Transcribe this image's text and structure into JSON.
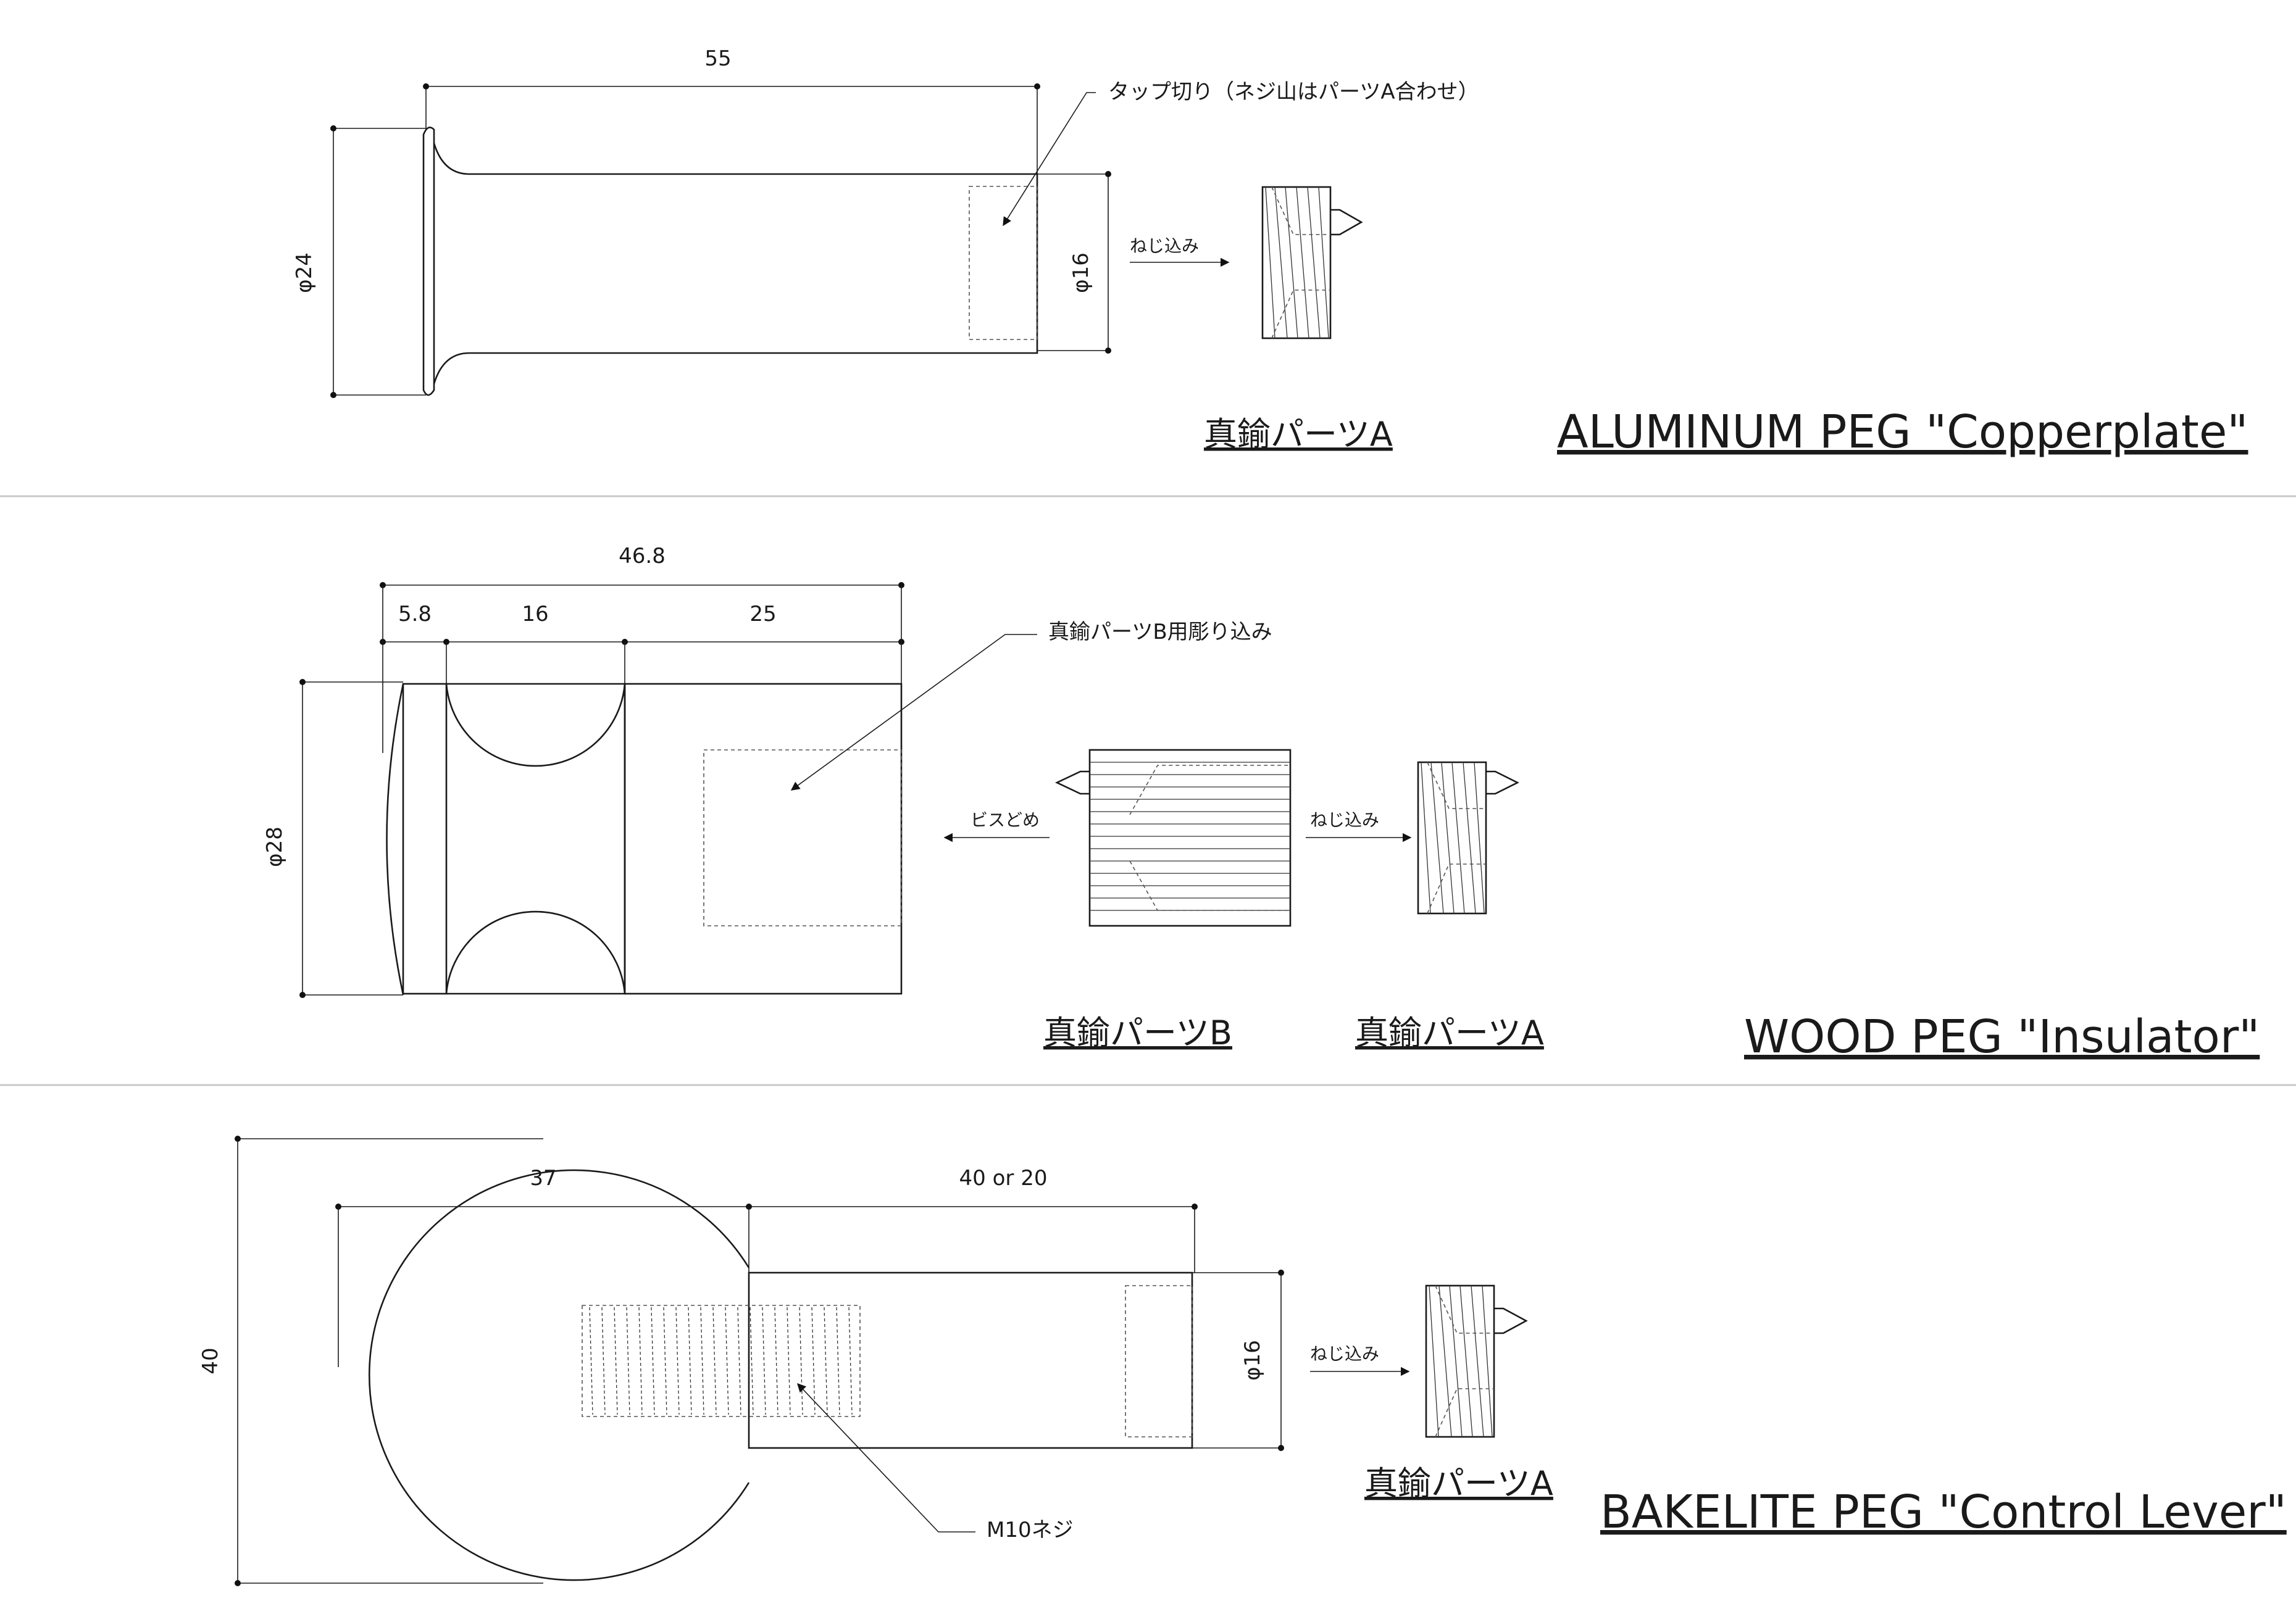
{
  "sections": [
    {
      "title": "ALUMINUM PEG \"Copperplate\"",
      "part_labels": [
        "真鍮パーツA"
      ],
      "dimensions": {
        "length": "55",
        "flange_dia": "φ24",
        "body_dia": "φ16"
      },
      "notes": {
        "tap": "タップ切り（ネジ山はパーツA合わせ）",
        "screw_in": "ねじ込み"
      }
    },
    {
      "title": "WOOD PEG \"Insulator\"",
      "part_labels": [
        "真鍮パーツB",
        "真鍮パーツA"
      ],
      "dimensions": {
        "total": "46.8",
        "seg1": "5.8",
        "seg2": "16",
        "seg3": "25",
        "dia": "φ28"
      },
      "notes": {
        "recess": "真鍮パーツB用彫り込み",
        "screw_fix": "ビスどめ",
        "screw_in": "ねじ込み"
      }
    },
    {
      "title": "BAKELITE PEG \"Control Lever\"",
      "part_labels": [
        "真鍮パーツA"
      ],
      "dimensions": {
        "ball_len": "37",
        "shaft_len": "40  or 20",
        "height": "40",
        "shaft_dia": "φ16"
      },
      "notes": {
        "thread": "M10ネジ",
        "screw_in": "ねじ込み"
      }
    }
  ]
}
